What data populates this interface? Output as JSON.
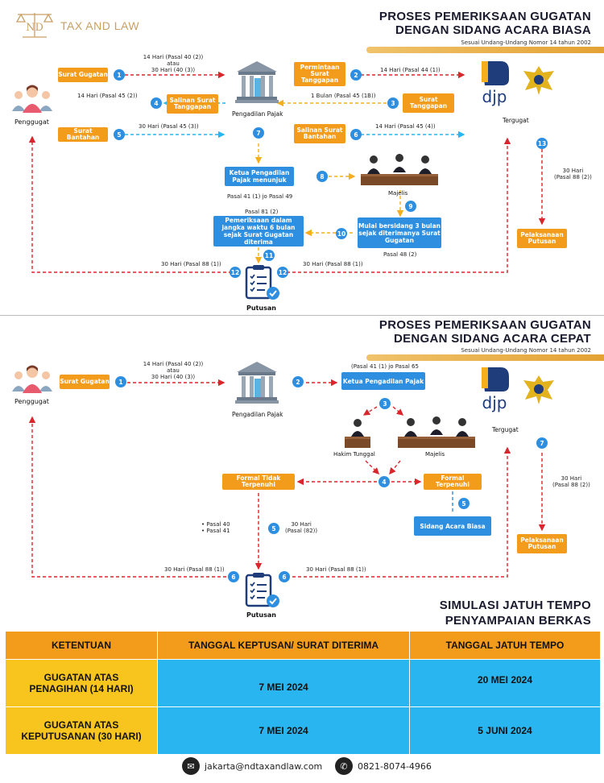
{
  "brand": {
    "name": "TAX AND LAW",
    "logo_text": "ND"
  },
  "section1": {
    "title_line1": "PROSES PEMERIKSAAN GUGATAN",
    "title_line2": "DENGAN SIDANG ACARA BIASA",
    "subtitle": "Sesuai Undang-Undang Nomor 14 tahun 2002",
    "penggugat": "Penggugat",
    "pengadilan": "Pengadilan Pajak",
    "tergugat": "Tergugat",
    "majelis": "Majelis",
    "putusan": "Putusan",
    "djp": "djp",
    "boxes": {
      "surat_gugatan": "Surat Gugatan",
      "salinan_surat_tanggapan": "Salinan Surat Tanggapan",
      "surat_bantahan": "Surat Bantahan",
      "permintaan_surat_tanggapan": "Permintaan Surat Tanggapan",
      "surat_tanggapan": "Surat Tanggapan",
      "salinan_surat_bantahan": "Salinan Surat Bantahan",
      "ketua_menunjuk": "Ketua Pengadilan Pajak menunjuk",
      "pemeriksaan": "Pemeriksaan dalam jangka waktu 6 bulan sejak Surat Gugatan diterima",
      "mulai_bersidang": "Mulai bersidang 3 bulan sejak diterimanya Surat Gugatan",
      "pelaksanaan": "Pelaksanaan Putusan"
    },
    "labels": {
      "l1a": "14 Hari (Pasal 40 (2))",
      "l1b": "atau",
      "l1c": "30 Hari (40 (3))",
      "l4": "14 Hari (Pasal 45 (2))",
      "l5": "30 Hari (Pasal 45 (3))",
      "l2": "14 Hari (Pasal 44 (1))",
      "l3": "1 Bulan (Pasal 45 (1B))",
      "l6": "14 Hari (Pasal 45 (4))",
      "p41": "Pasal 41 (1) jo Pasal 49",
      "p81": "Pasal 81 (2)",
      "p48": "Pasal 48 (2)",
      "l12a": "30 Hari (Pasal 88 (1))",
      "l12b": "30 Hari (Pasal 88 (1))",
      "l13a": "30 Hari",
      "l13b": "(Pasal 88 (2))"
    }
  },
  "section2": {
    "title_line1": "PROSES PEMERIKSAAN GUGATAN",
    "title_line2": "DENGAN SIDANG ACARA CEPAT",
    "subtitle": "Sesuai Undang-Undang Nomor 14 tahun 2002",
    "penggugat": "Penggugat",
    "pengadilan": "Pengadilan Pajak",
    "tergugat": "Tergugat",
    "hakim_tunggal": "Hakim Tunggal",
    "majelis": "Majelis",
    "putusan": "Putusan",
    "djp": "djp",
    "boxes": {
      "surat_gugatan": "Surat Gugatan",
      "ketua": "Ketua Pengadilan Pajak",
      "formal_tidak": "Formal Tidak Terpenuhi",
      "formal": "Formal Terpenuhi",
      "sidang_biasa": "Sidang Acara Biasa",
      "pelaksanaan": "Pelaksanaan Putusan"
    },
    "labels": {
      "l1a": "14 Hari (Pasal 40 (2))",
      "l1b": "atau",
      "l1c": "30 Hari (40 (3))",
      "p41": "(Pasal 41 (1) jo Pasal 65",
      "pasal40": "• Pasal 40",
      "pasal41": "• Pasal 41",
      "l5a": "30 Hari",
      "l5b": "(Pasal (82))",
      "l6a": "30 Hari (Pasal 88 (1))",
      "l6b": "30 Hari (Pasal 88 (1))",
      "l7a": "30 Hari",
      "l7b": "(Pasal 88 (2))"
    }
  },
  "simulasi": {
    "title_line1": "SIMULASI JATUH TEMPO",
    "title_line2": "PENYAMPAIAN BERKAS"
  },
  "table": {
    "headers": [
      "KETENTUAN",
      "TANGGAL KEPTUSAN/ SURAT DITERIMA",
      "TANGGAL JATUH TEMPO"
    ],
    "rows": [
      {
        "ketentuan_a": "GUGATAN ATAS",
        "ketentuan_b": "PENAGIHAN (14 HARI)",
        "tanggal": "7 MEI 2024",
        "jatuh": "20 MEI 2024"
      },
      {
        "ketentuan_a": "GUGATAN ATAS",
        "ketentuan_b": "KEPUTUSANAN (30 HARI)",
        "tanggal": "7 MEI 2024",
        "jatuh": "5 JUNI 2024"
      }
    ]
  },
  "contact": {
    "email": "jakarta@ndtaxandlaw.com",
    "phone": "0821-8074-4966"
  },
  "colors": {
    "orange": "#f39c1c",
    "blue": "#2e8fe0",
    "red": "#d9262c",
    "yellow": "#f8c51f",
    "cyan": "#29b6f0"
  }
}
